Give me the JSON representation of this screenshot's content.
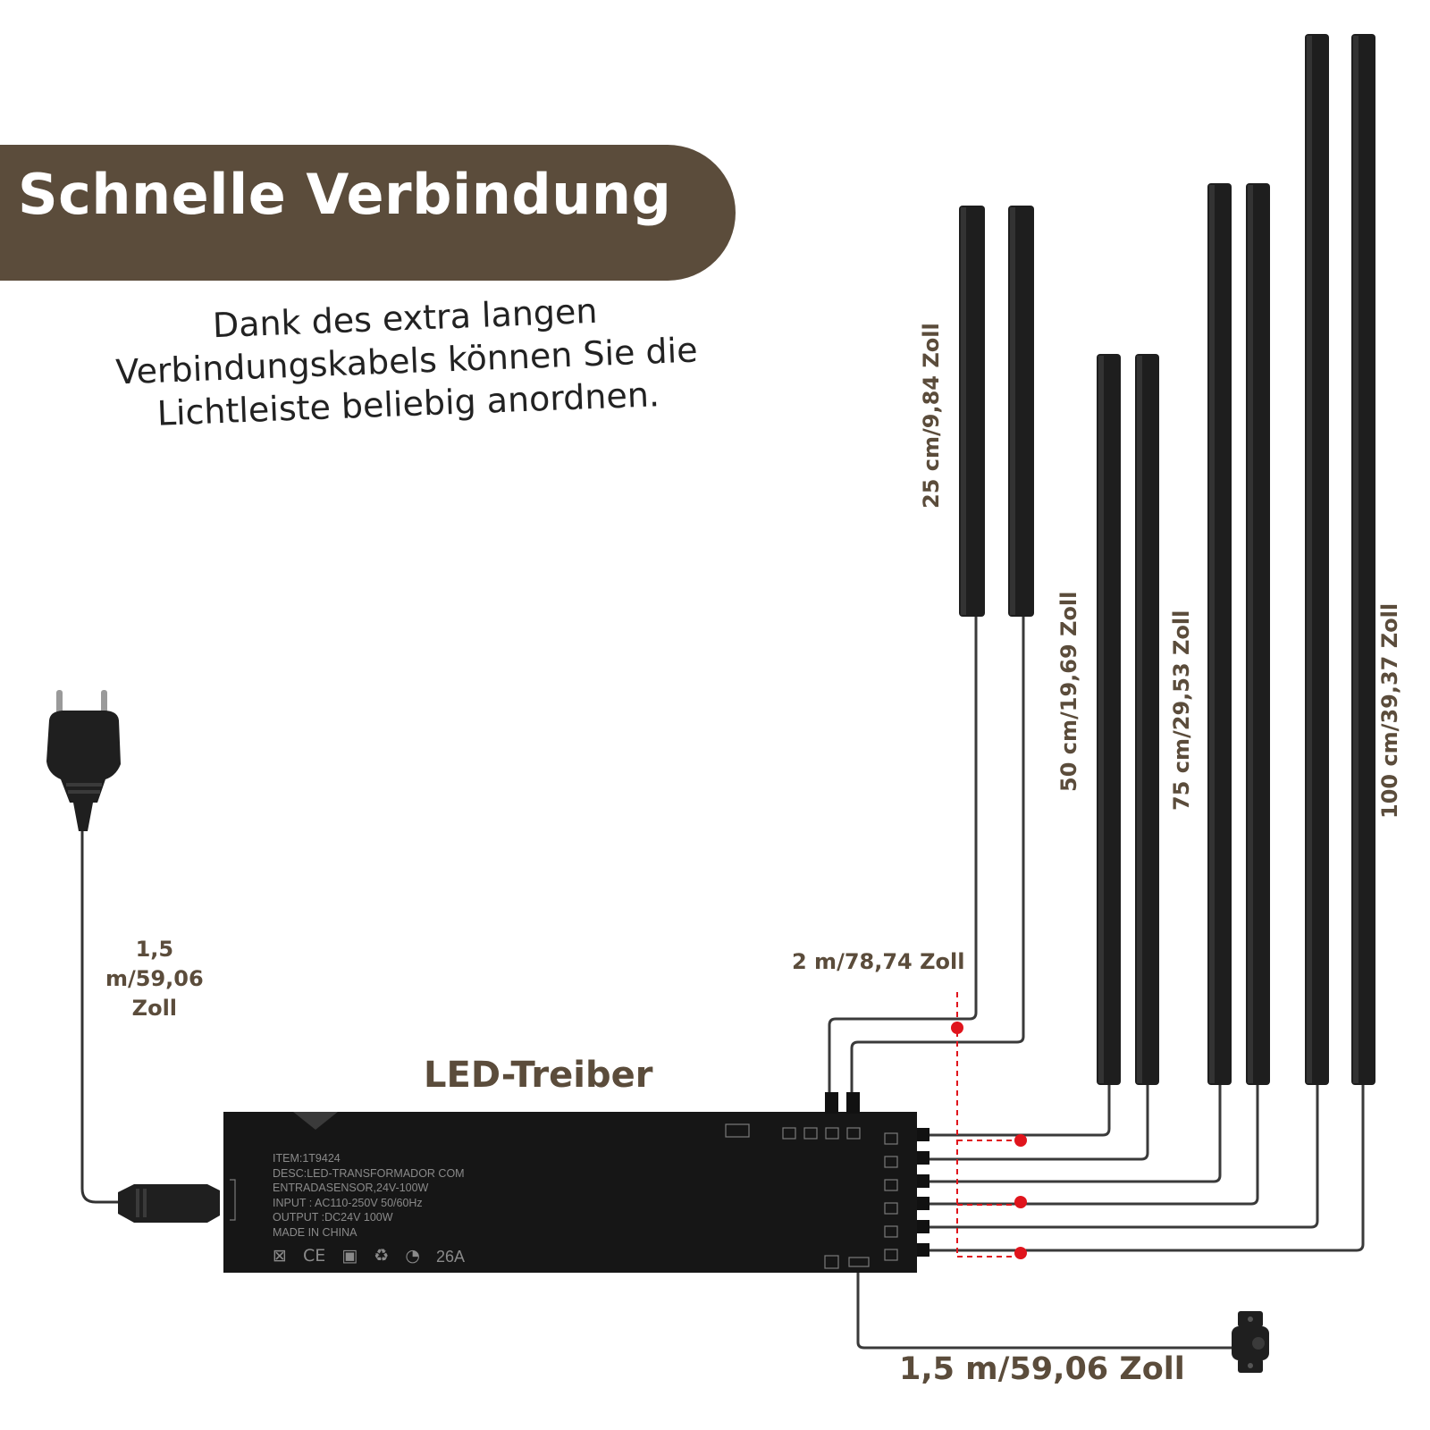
{
  "header": {
    "title": "Schnelle Verbindung"
  },
  "description": {
    "lines": [
      "Dank des extra langen",
      "Verbindungskabels können Sie die",
      "Lichtleiste beliebig anordnen."
    ]
  },
  "driver": {
    "title": "LED-Treiber",
    "label_lines": [
      "ITEM:1T9424",
      "DESC:LED-TRANSFORMADOR COM",
      "ENTRADASENSOR,24V-100W",
      "INPUT : AC110-250V 50/60Hz",
      "OUTPUT :DC24V 100W",
      "MADE IN CHINA"
    ],
    "cert_code": "26A"
  },
  "dimensions": {
    "strip_25": "25 cm/9,84 Zoll",
    "strip_50": "50 cm/19,69 Zoll",
    "strip_75": "75 cm/29,53 Zoll",
    "strip_100": "100 cm/39,37 Zoll",
    "plug_cable_lines": [
      "1,5",
      "m/59,06",
      "Zoll"
    ],
    "extension_cable": "2 m/78,74 Zoll",
    "sensor_cable": "1,5 m/59,06 Zoll"
  },
  "colors": {
    "banner": "#5b4c3b",
    "accent_text": "#5b4c3b",
    "strip": "#1e1e1e",
    "cable": "#3a3a3a",
    "marker": "#e0141c"
  }
}
